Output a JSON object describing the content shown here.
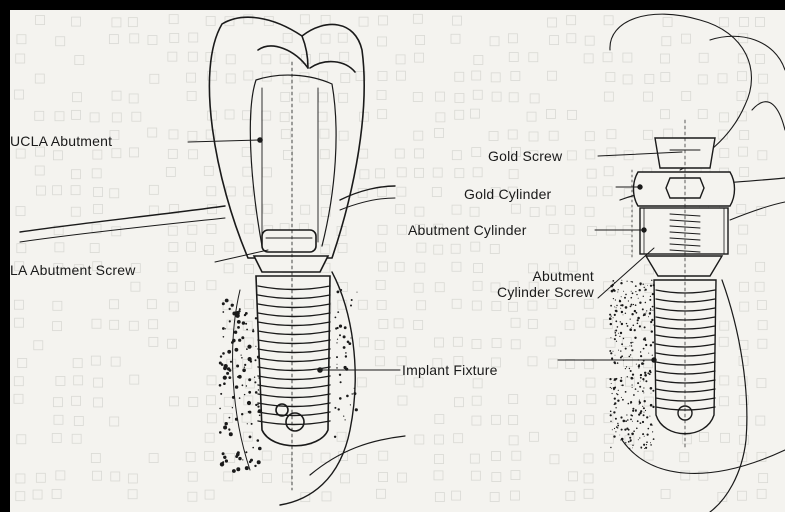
{
  "labels": {
    "ucla_abutment": "UCLA Abutment",
    "la_abutment_screw": "LA Abutment Screw",
    "implant_fixture": "Implant Fixture",
    "gold_screw": "Gold Screw",
    "gold_cylinder": "Gold Cylinder",
    "abutment_cylinder": "Abutment Cylinder",
    "abutment_cylinder_screw": "Abutment\nCylinder Screw"
  },
  "colors": {
    "frame": "#000000",
    "paper": "#f4f3ef",
    "ink": "#1a1a1a",
    "watermark": "#d9d9d4"
  }
}
